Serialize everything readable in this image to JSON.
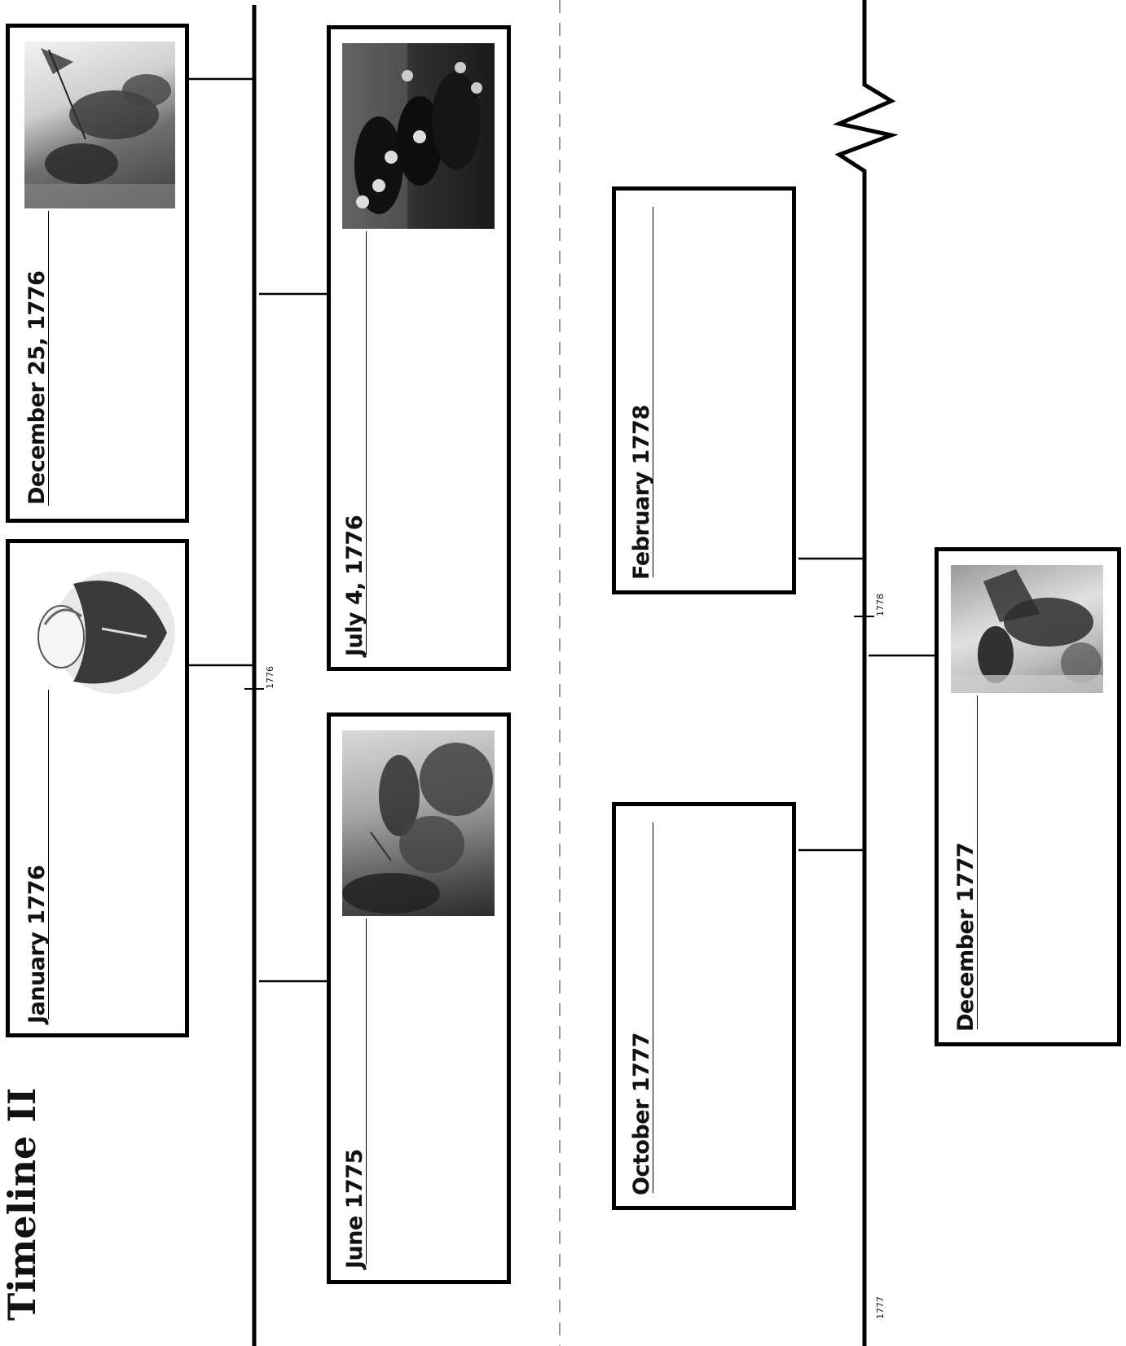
{
  "title": "Timeline II",
  "ticks": {
    "left_axis": "1776",
    "right_axis_top": "1778",
    "right_axis_bottom": "1777"
  },
  "events": {
    "dec_1776": {
      "date": "December 25, 1776",
      "image": "crossing-delaware-illustration"
    },
    "jan_1776": {
      "date": "January 1776",
      "image": "portrait-engraving"
    },
    "jul_1776": {
      "date": "July 4, 1776",
      "image": "declaration-signing-illustration"
    },
    "jun_1775": {
      "date": "June 1775",
      "image": "battle-scene-illustration"
    },
    "feb_1778": {
      "date": "February 1778"
    },
    "oct_1777": {
      "date": "October 1777"
    },
    "dec_1777": {
      "date": "December 1777",
      "image": "winter-camp-illustration"
    }
  },
  "colors": {
    "ink": "#000000",
    "paper": "#ffffff",
    "fold_line": "#999999"
  }
}
